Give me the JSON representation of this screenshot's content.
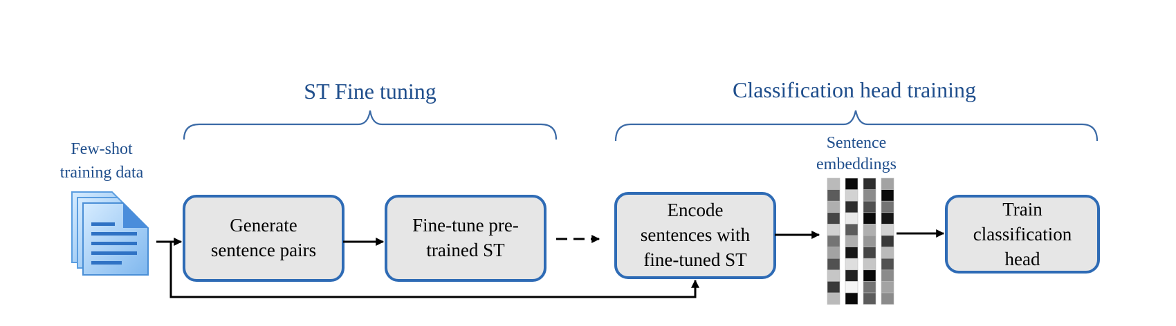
{
  "phases": {
    "fine_tuning": {
      "title": "ST Fine tuning"
    },
    "head_training": {
      "title": "Classification head training"
    }
  },
  "input": {
    "label_line1": "Few-shot",
    "label_line2": "training data",
    "icon": "document-stack-icon"
  },
  "steps": {
    "generate_pairs": {
      "line1": "Generate",
      "line2": "sentence pairs"
    },
    "fine_tune": {
      "line1": "Fine-tune pre-",
      "line2": "trained ST"
    },
    "encode": {
      "line1": "Encode",
      "line2": "sentences with",
      "line3": "fine-tuned ST"
    },
    "train_head": {
      "line1": "Train",
      "line2": "classification",
      "line3": "head"
    }
  },
  "embeddings": {
    "label_line1": "Sentence",
    "label_line2": "embeddings",
    "columns": [
      [
        0.75,
        0.35,
        0.7,
        0.25,
        0.85,
        0.45,
        0.65,
        0.3,
        0.8,
        0.2,
        0.75
      ],
      [
        0.0,
        0.85,
        0.15,
        0.95,
        0.35,
        0.7,
        0.05,
        0.9,
        0.1,
        1.0,
        0.0
      ],
      [
        0.15,
        0.55,
        0.3,
        0.0,
        0.7,
        0.6,
        0.25,
        0.8,
        0.0,
        0.45,
        0.35
      ],
      [
        0.65,
        0.0,
        0.45,
        0.05,
        0.85,
        0.2,
        0.75,
        0.3,
        0.55,
        0.65,
        0.55
      ]
    ]
  },
  "colors": {
    "accent_blue": "#1f4e8c",
    "box_border": "#2e6bb5",
    "box_fill": "#e6e6e6",
    "arrow": "#000000"
  }
}
